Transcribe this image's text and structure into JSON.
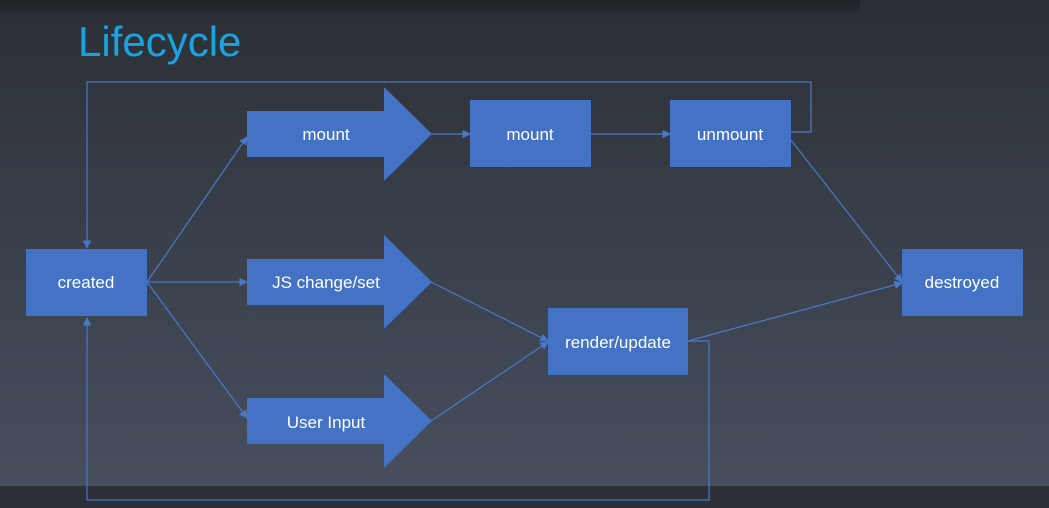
{
  "title": "Lifecycle",
  "colors": {
    "node_fill": "#4472c4",
    "edge": "#4a78c9",
    "title": "#1aa3e0",
    "label": "#ffffff"
  },
  "nodes": {
    "created": "created",
    "mount_arrow": "mount",
    "js_change_arrow": "JS change/set",
    "user_input_arrow": "User Input",
    "mount": "mount",
    "unmount": "unmount",
    "render_update": "render/update",
    "destroyed": "destroyed"
  },
  "edges": [
    {
      "from": "created",
      "to": "mount_arrow"
    },
    {
      "from": "created",
      "to": "js_change_arrow"
    },
    {
      "from": "created",
      "to": "user_input_arrow"
    },
    {
      "from": "mount_arrow",
      "to": "mount"
    },
    {
      "from": "mount",
      "to": "unmount"
    },
    {
      "from": "unmount",
      "to": "destroyed"
    },
    {
      "from": "unmount",
      "to": "created"
    },
    {
      "from": "js_change_arrow",
      "to": "render_update"
    },
    {
      "from": "user_input_arrow",
      "to": "render_update"
    },
    {
      "from": "render_update",
      "to": "destroyed"
    },
    {
      "from": "render_update",
      "to": "created"
    }
  ]
}
